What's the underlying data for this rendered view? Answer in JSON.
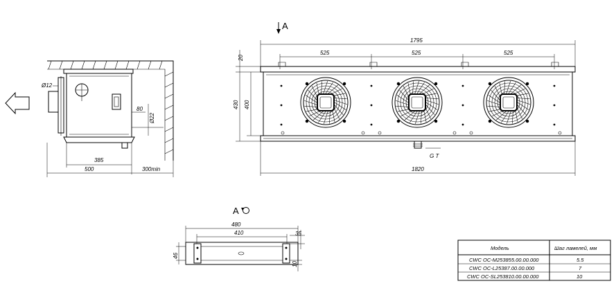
{
  "side_view": {
    "dim_diameter_12": "Ø12",
    "dim_80": "80",
    "dim_diameter_22": "Ø22",
    "dim_385": "385",
    "dim_500": "500",
    "dim_300min": "300min"
  },
  "front_view": {
    "view_marker": "A",
    "dim_overall_top": "1795",
    "dim_pitch_1": "525",
    "dim_pitch_2": "525",
    "dim_pitch_3": "525",
    "dim_20": "20",
    "dim_430": "430",
    "dim_400": "400",
    "dim_gt": "G T",
    "dim_overall_bottom": "1820",
    "fan_count": 3
  },
  "view_a": {
    "label": "A",
    "dim_480": "480",
    "dim_410": "410",
    "dim_35": "35",
    "dim_46": "46",
    "dim_10": "10"
  },
  "spec_table": {
    "headers": [
      "Модель",
      "Шаг ламелей, мм"
    ],
    "rows": [
      [
        "CWC OC-M253855.00.00.000",
        "5.5"
      ],
      [
        "CWC OC-L25387.00.00.000",
        "7"
      ],
      [
        "CWC OC-SL253810.00.00.000",
        "10"
      ]
    ]
  }
}
